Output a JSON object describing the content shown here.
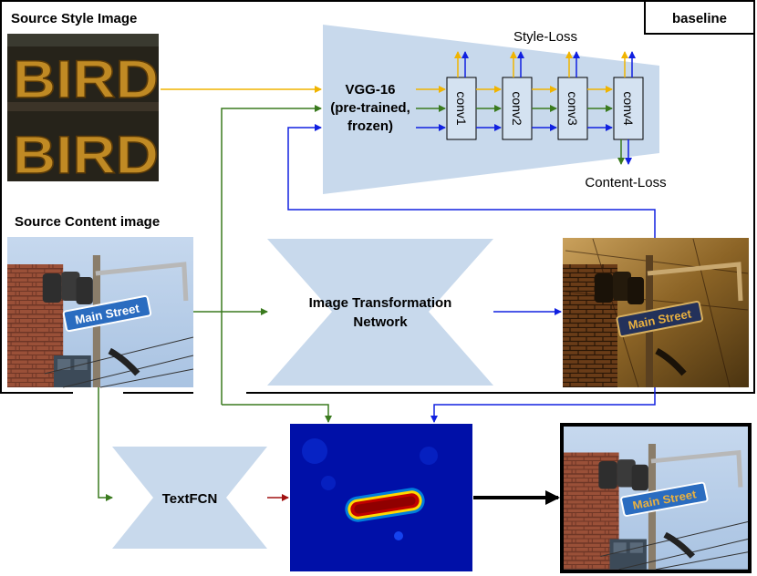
{
  "labels": {
    "baseline": "baseline",
    "source_style": "Source Style Image",
    "source_content": "Source Content image",
    "vgg_line1": "VGG-16",
    "vgg_line2": "(pre-trained,",
    "vgg_line3": "frozen)",
    "style_loss": "Style-Loss",
    "content_loss": "Content-Loss",
    "conv1": "conv1",
    "conv2": "conv2",
    "conv3": "conv3",
    "conv4": "conv4",
    "itn_line1": "Image Transformation",
    "itn_line2": "Network",
    "textfcn": "TextFCN"
  },
  "image_text": {
    "style_word": "BIRD",
    "sign_text": "Main Street"
  },
  "colors": {
    "style_arrow": "#f0b400",
    "content_arrow": "#3a7a1e",
    "output_arrow": "#1020e0",
    "mask_arrow": "#a01010",
    "network_fill": "#c8d9ec"
  }
}
